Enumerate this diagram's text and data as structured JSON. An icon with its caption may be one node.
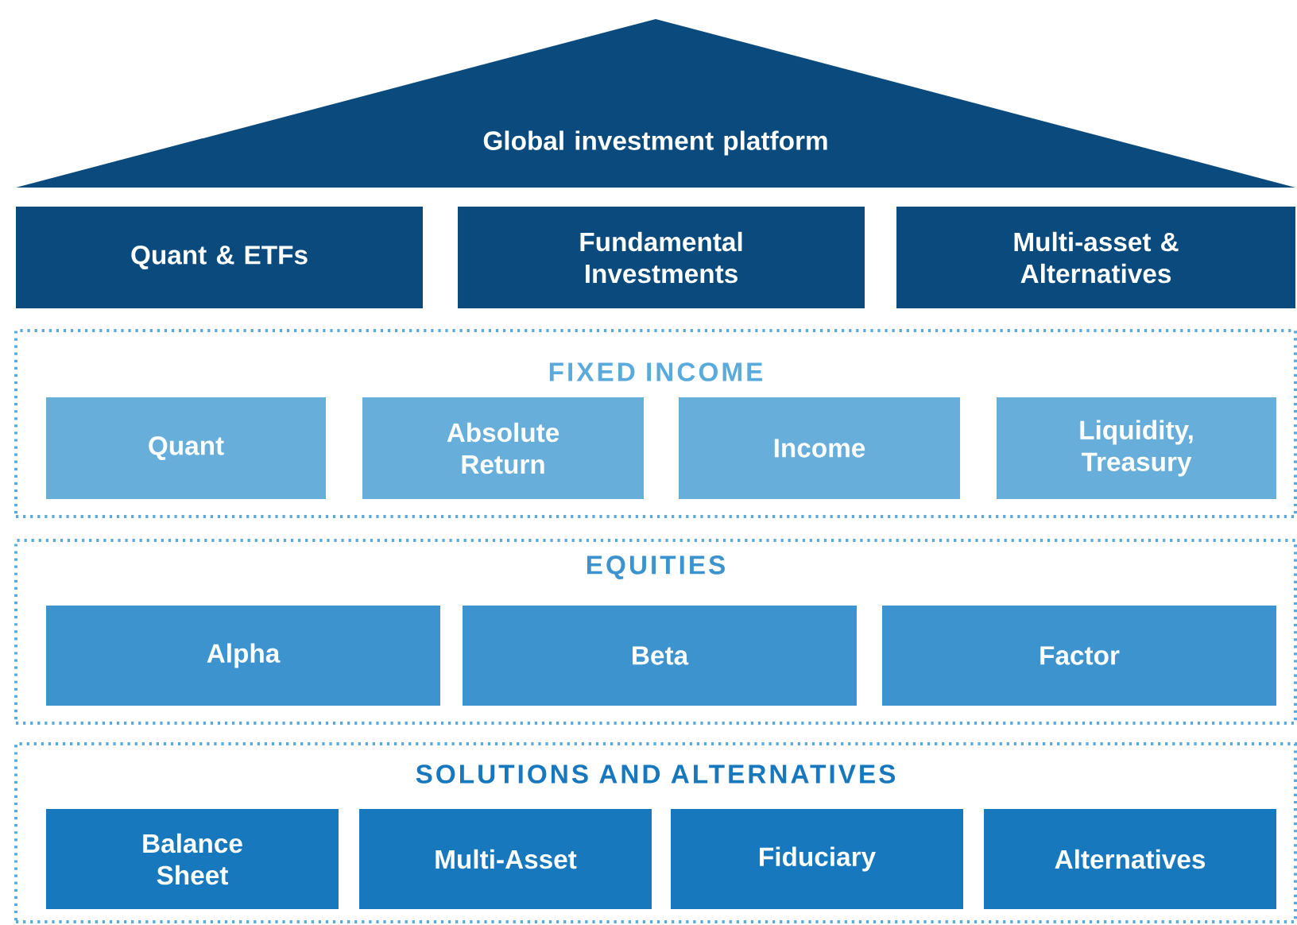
{
  "diagram": {
    "nodes": [
      {
        "text": [
          "Global investment platform"
        ]
      },
      {
        "text": [
          "Quant & ETFs"
        ]
      },
      {
        "text": [
          "Fundamental Investments"
        ]
      },
      {
        "text": [
          "Multi-asset & Alternatives"
        ]
      },
      {
        "text": [
          "FIXED INCOME"
        ]
      },
      {
        "text": [
          "Quant"
        ],
        "in": 4
      },
      {
        "text": [
          "Absolute Return"
        ],
        "in": 4
      },
      {
        "text": [
          "Income"
        ],
        "in": 4
      },
      {
        "text": [
          "Liquidity, Treasury"
        ],
        "in": 4
      },
      {
        "text": [
          "EQUITIES"
        ]
      },
      {
        "text": [
          "Alpha"
        ],
        "in": 9
      },
      {
        "text": [
          "Beta"
        ],
        "in": 9
      },
      {
        "text": [
          "Factor"
        ],
        "in": 9
      },
      {
        "text": [
          "SOLUTIONS AND ALTERNATIVES"
        ]
      },
      {
        "text": [
          "Balance Sheet"
        ],
        "in": 13
      },
      {
        "text": [
          "Multi-Asset"
        ],
        "in": 13
      },
      {
        "text": [
          "Fiduciary"
        ],
        "in": 13
      },
      {
        "text": [
          "Alternatives"
        ],
        "in": 13
      }
    ]
  }
}
